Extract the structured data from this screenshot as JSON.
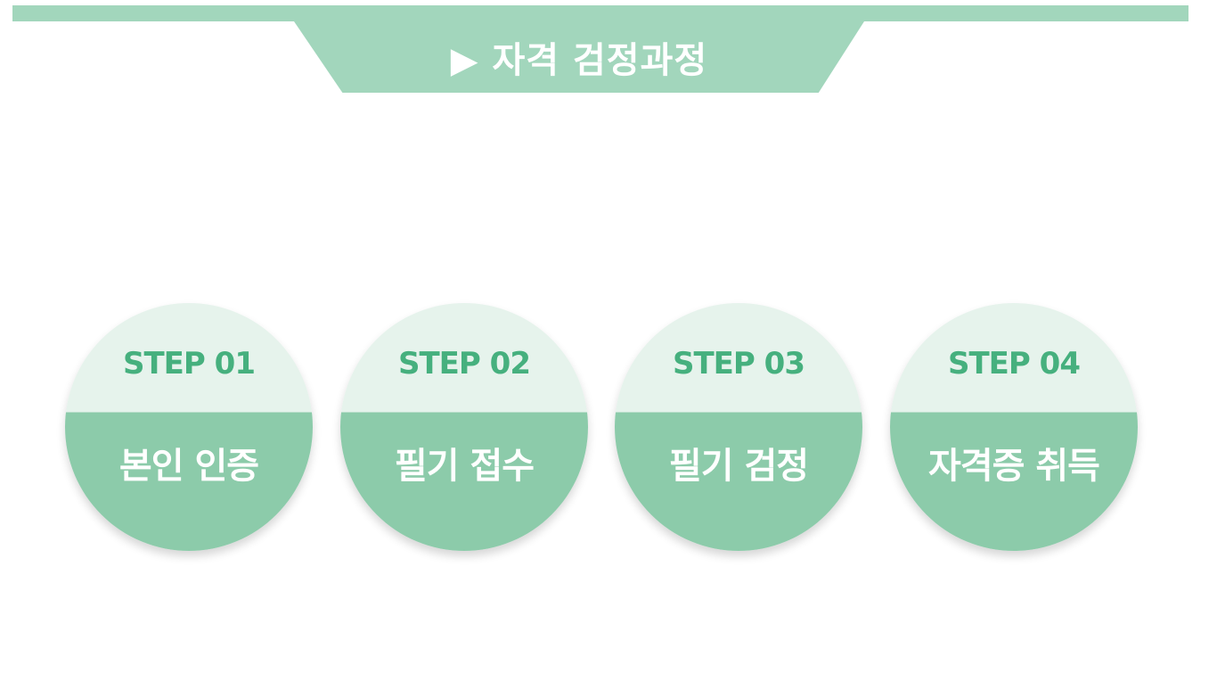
{
  "header": {
    "title": "▶ 자격 검정과정"
  },
  "steps": [
    {
      "label": "STEP 01",
      "title": "본인 인증"
    },
    {
      "label": "STEP 02",
      "title": "필기 접수"
    },
    {
      "label": "STEP 03",
      "title": "필기 검정"
    },
    {
      "label": "STEP 04",
      "title": "자격증 취득"
    }
  ],
  "colors": {
    "band": "#a2d6bc",
    "circle_top": "#e6f3ec",
    "circle_bottom": "#8ccbaa",
    "step_label": "#46b07e",
    "text_light": "#ffffff"
  }
}
